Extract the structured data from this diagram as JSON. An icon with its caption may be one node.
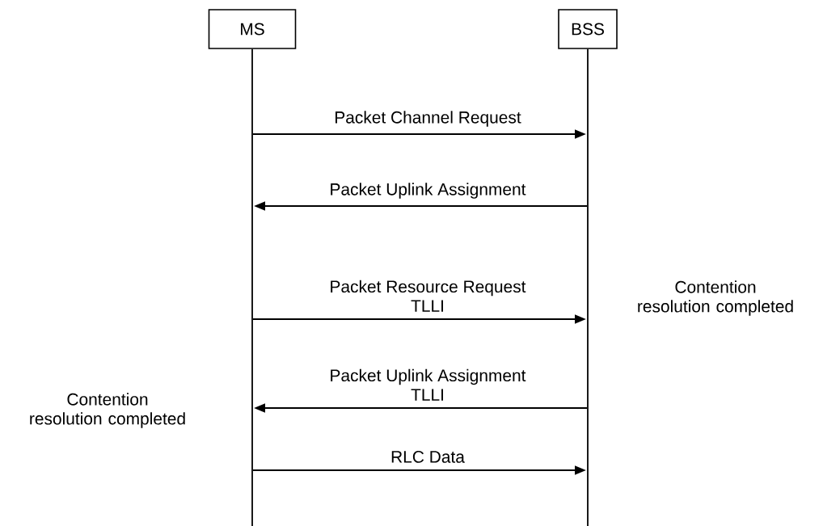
{
  "diagram": {
    "nodes": [
      {
        "text": [
          "MS"
        ]
      },
      {
        "text": [
          "BSS"
        ]
      }
    ],
    "edges": [
      {
        "from": 0,
        "to": 1,
        "arrow": "to",
        "label": "Packet Channel Request"
      },
      {
        "from": 1,
        "to": 0,
        "arrow": "to",
        "label": "Packet Uplink Assignment"
      },
      {
        "from": 0,
        "to": 1,
        "arrow": "to",
        "label": "Packet Resource Request TLLI"
      },
      {
        "from": 1,
        "to": 0,
        "arrow": "to",
        "label": "Packet Uplink Assignment TLLI"
      },
      {
        "from": 0,
        "to": 1,
        "arrow": "to",
        "label": "RLC Data"
      }
    ],
    "labels": [
      "Contention resolution completed",
      "Contention resolution completed"
    ]
  }
}
